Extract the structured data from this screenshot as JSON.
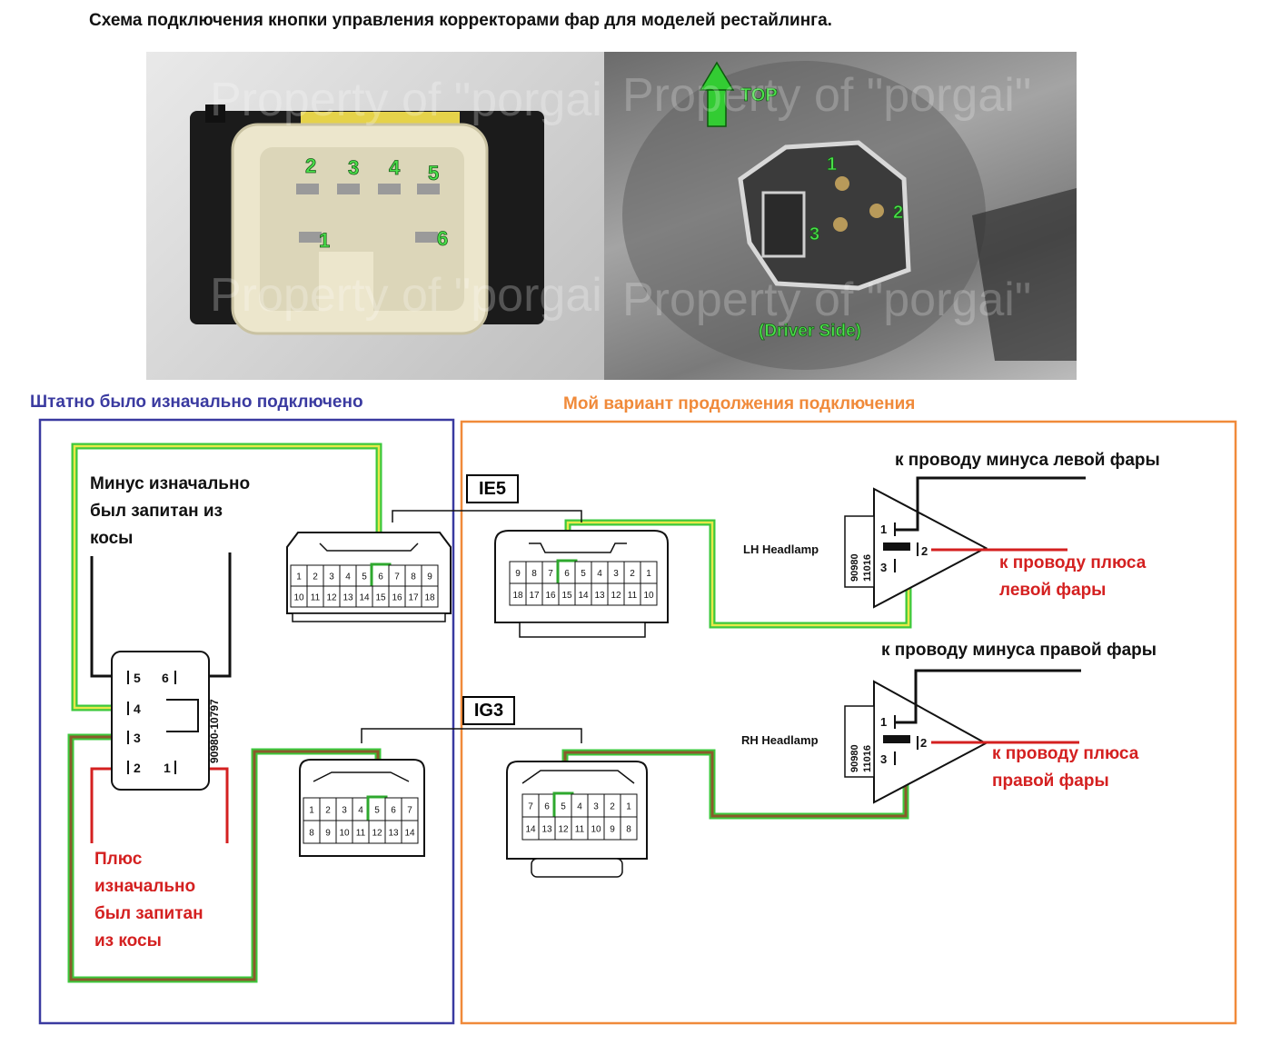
{
  "title": "Схема подключения кнопки управления корректорами фар для моделей рестайлинга.",
  "photos": {
    "left": {
      "watermark": "Property of \"porgai\"",
      "pin_labels": [
        "2",
        "3",
        "4",
        "5",
        "1",
        "6"
      ]
    },
    "right": {
      "watermark": "Property of \"porgai\"",
      "top_label": "TOP",
      "pin_labels": [
        "1",
        "2",
        "3"
      ],
      "side_label": "(Driver Side)"
    }
  },
  "sections": {
    "original_title": "Штатно было изначально подключено",
    "my_variant_title": "Мой вариант продолжения подключения"
  },
  "notes": {
    "minus_line1": "Минус изначально",
    "minus_line2": "был запитан из",
    "minus_line3": "косы",
    "plus_line1": "Плюс",
    "plus_line2": "изначально",
    "plus_line3": "был запитан",
    "plus_line4": "из косы"
  },
  "switch": {
    "part_number": "90980-10797",
    "pins": [
      "5",
      "6",
      "4",
      "3",
      "2",
      "1"
    ]
  },
  "connectors": {
    "ie5_tag": "IE5",
    "ig3_tag": "IG3",
    "left_top": {
      "row1": [
        "1",
        "2",
        "3",
        "4",
        "5",
        "6",
        "7",
        "8",
        "9"
      ],
      "row2": [
        "10",
        "11",
        "12",
        "13",
        "14",
        "15",
        "16",
        "17",
        "18"
      ]
    },
    "right_top": {
      "row1": [
        "9",
        "8",
        "7",
        "6",
        "5",
        "4",
        "3",
        "2",
        "1"
      ],
      "row2": [
        "18",
        "17",
        "16",
        "15",
        "14",
        "13",
        "12",
        "11",
        "10"
      ]
    },
    "left_bottom": {
      "row1": [
        "1",
        "2",
        "3",
        "4",
        "5",
        "6",
        "7"
      ],
      "row2": [
        "8",
        "9",
        "10",
        "11",
        "12",
        "13",
        "14"
      ]
    },
    "right_bottom": {
      "row1": [
        "7",
        "6",
        "5",
        "4",
        "3",
        "2",
        "1"
      ],
      "row2": [
        "14",
        "13",
        "12",
        "11",
        "10",
        "9",
        "8"
      ]
    }
  },
  "headlamps": {
    "lh_label": "LH Headlamp",
    "rh_label": "RH Headlamp",
    "part_line1": "90980",
    "part_line2": "11016",
    "pins": [
      "1",
      "2",
      "3"
    ]
  },
  "wire_notes": {
    "lh_minus": "к проводу минуса левой фары",
    "lh_plus_line1": "к проводу плюса",
    "lh_plus_line2": "левой фары",
    "rh_minus": "к проводу минуса правой фары",
    "rh_plus_line1": "к проводу плюса",
    "rh_plus_line2": "правой фары"
  },
  "colors": {
    "green": "#3cc83c",
    "yellow": "#e8e84a",
    "brown": "#8b5a2b",
    "red": "#d42020",
    "blue_frame": "#3a3aa0",
    "orange_frame": "#f08a3a"
  }
}
